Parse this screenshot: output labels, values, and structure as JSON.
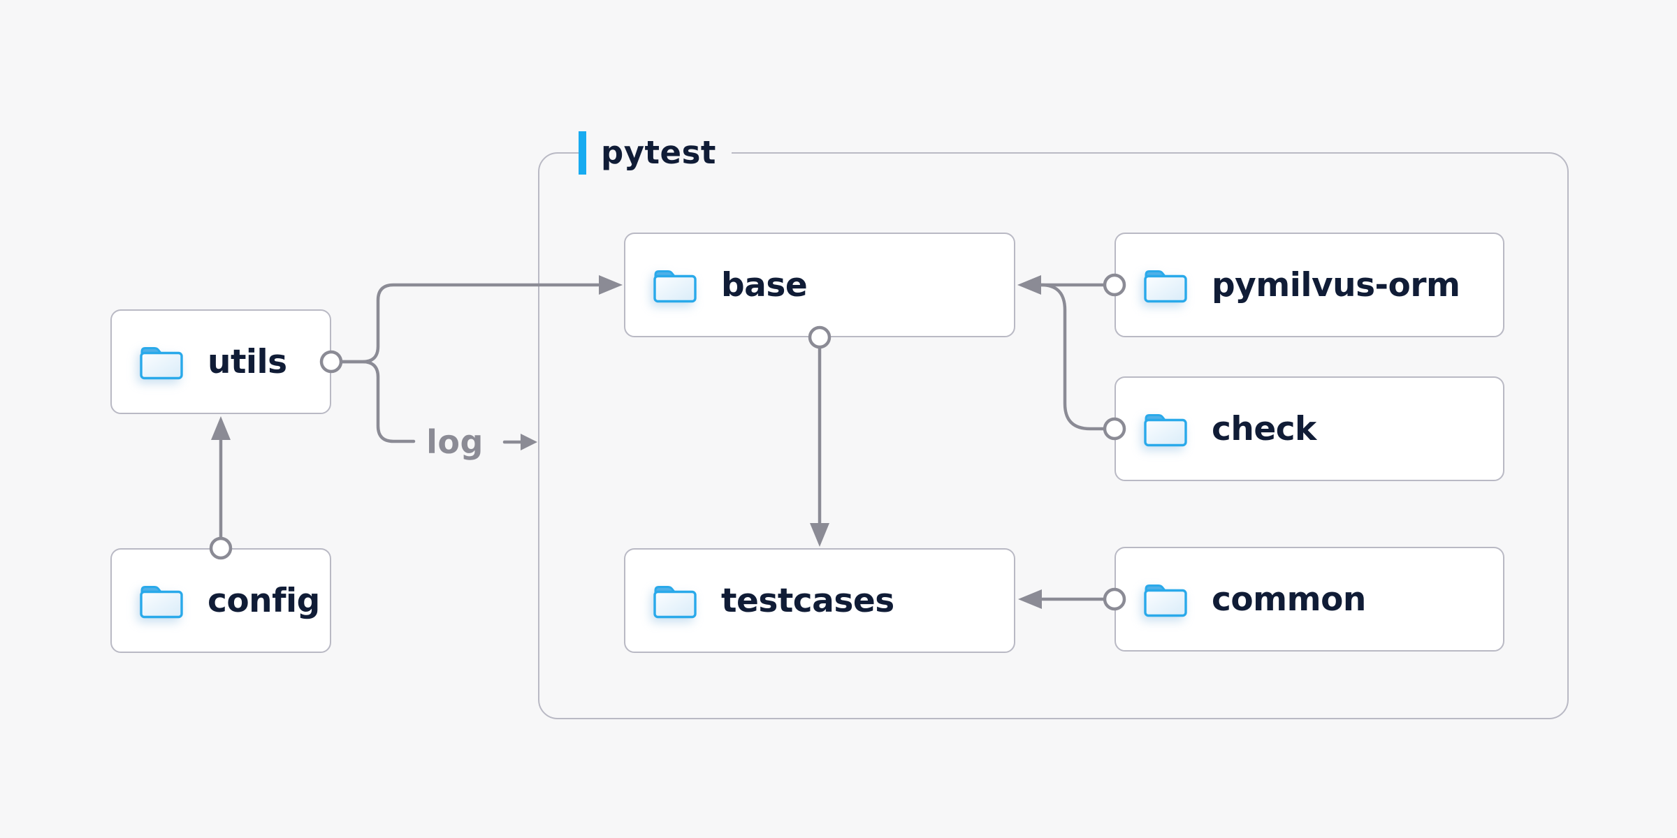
{
  "diagram": {
    "container": {
      "label": "pytest"
    },
    "nodes": {
      "utils": {
        "label": "utils",
        "icon": "folder-icon"
      },
      "config": {
        "label": "config",
        "icon": "folder-icon"
      },
      "base": {
        "label": "base",
        "icon": "folder-icon"
      },
      "testcases": {
        "label": "testcases",
        "icon": "folder-icon"
      },
      "pymilvus_orm": {
        "label": "pymilvus-orm",
        "icon": "folder-icon"
      },
      "check": {
        "label": "check",
        "icon": "folder-icon"
      },
      "common": {
        "label": "common",
        "icon": "folder-icon"
      }
    },
    "edges": [
      {
        "from": "config",
        "to": "utils",
        "label": ""
      },
      {
        "from": "utils",
        "to": "base",
        "label": ""
      },
      {
        "from": "utils",
        "to": "pytest",
        "label": "log"
      },
      {
        "from": "base",
        "to": "testcases",
        "label": ""
      },
      {
        "from": "pymilvus_orm",
        "to": "base",
        "label": ""
      },
      {
        "from": "check",
        "to": "base",
        "label": ""
      },
      {
        "from": "common",
        "to": "testcases",
        "label": ""
      }
    ]
  },
  "colors": {
    "bg": "#f7f7f8",
    "surface": "#ffffff",
    "box_border": "#b9b9c4",
    "line": "#8b8b95",
    "ink": "#101c36",
    "accent": "#18abf0",
    "folder_stroke": "#29a9ea",
    "folder_tab": "#4fb0e8",
    "folder_fill_start": "#fbfdff",
    "folder_fill_end": "#d9ecf9"
  }
}
